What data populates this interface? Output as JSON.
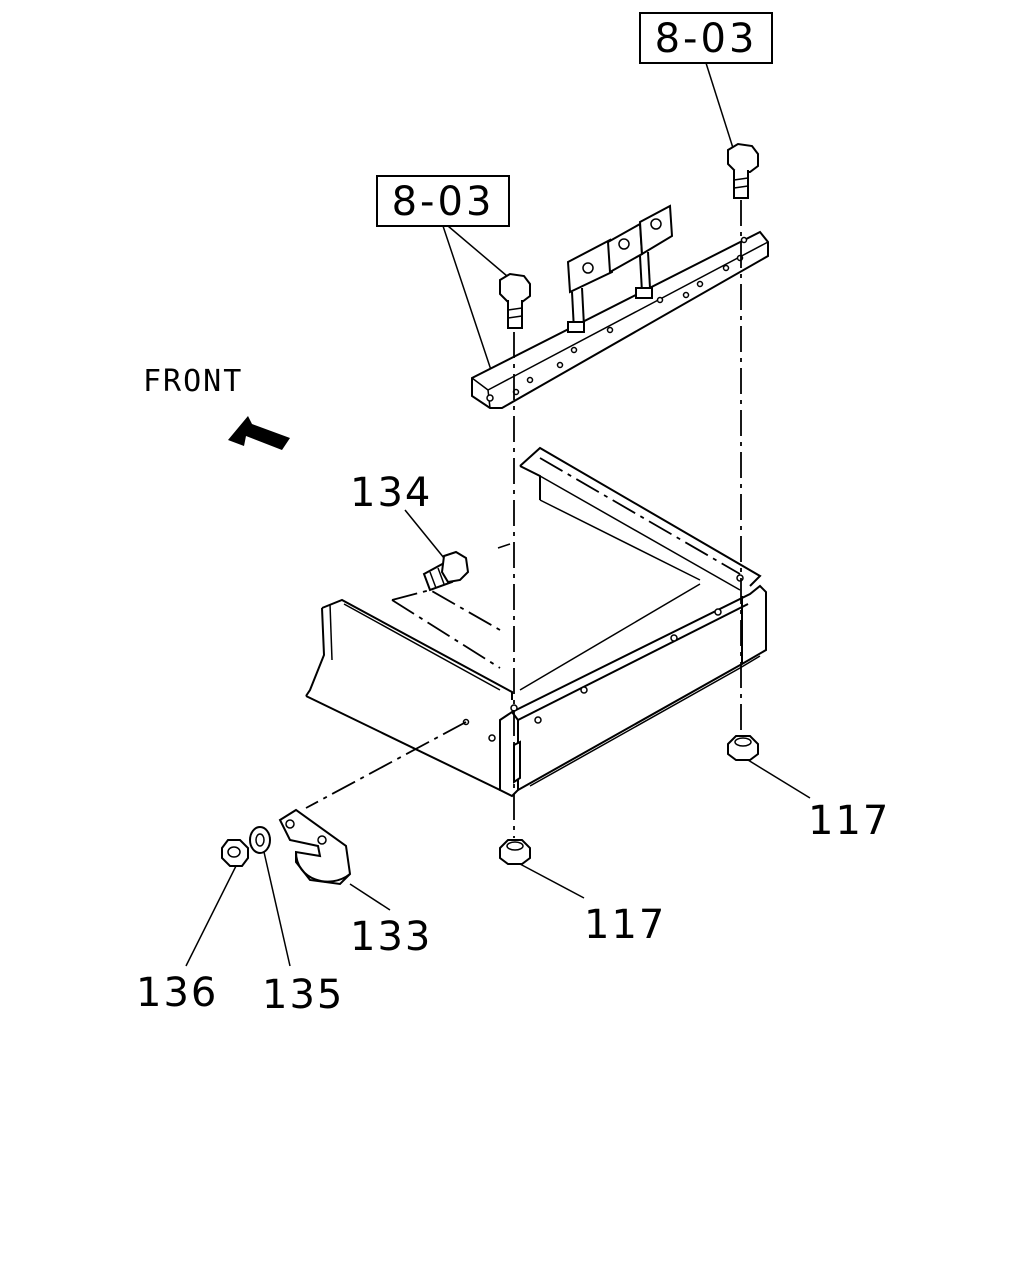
{
  "ref_boxes": [
    {
      "text": "8-03"
    },
    {
      "text": "8-03"
    }
  ],
  "direction": {
    "text": "FRONT",
    "icon": "arrow-icon"
  },
  "callouts": [
    {
      "id": "134",
      "text": "134"
    },
    {
      "id": "117a",
      "text": "117"
    },
    {
      "id": "117b",
      "text": "117"
    },
    {
      "id": "133",
      "text": "133"
    },
    {
      "id": "136",
      "text": "136"
    },
    {
      "id": "135",
      "text": "135"
    }
  ]
}
